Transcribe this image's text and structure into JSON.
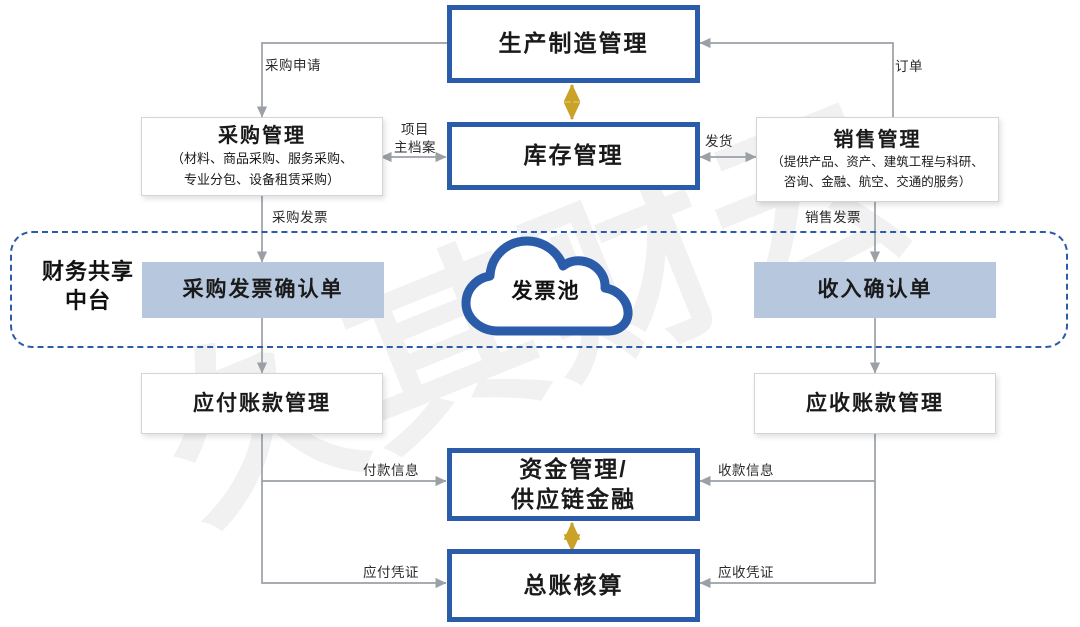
{
  "diagram": {
    "watermark": "久其财云",
    "band": {
      "label": "财务共享\n中台",
      "label_line1": "财务共享",
      "label_line2": "中台"
    },
    "cloud": {
      "label": "发票池"
    },
    "nodes": [
      {
        "id": "production",
        "title": "生产制造管理",
        "sub1": "",
        "sub2": "",
        "style": "blue"
      },
      {
        "id": "purchasing",
        "title": "采购管理",
        "sub1": "（材料、商品采购、服务采购、",
        "sub2": "专业分包、设备租赁采购）",
        "style": "grey"
      },
      {
        "id": "inventory",
        "title": "库存管理",
        "sub1": "",
        "sub2": "",
        "style": "blue"
      },
      {
        "id": "sales",
        "title": "销售管理",
        "sub1": "（提供产品、资产、建筑工程与科研、",
        "sub2": "咨询、金融、航空、交通的服务）",
        "style": "grey"
      },
      {
        "id": "purchase-invoice-confirm",
        "title": "采购发票确认单",
        "sub1": "",
        "sub2": "",
        "style": "fill"
      },
      {
        "id": "income-confirm",
        "title": "收入确认单",
        "sub1": "",
        "sub2": "",
        "style": "fill"
      },
      {
        "id": "accounts-payable",
        "title": "应付账款管理",
        "sub1": "",
        "sub2": "",
        "style": "grey"
      },
      {
        "id": "accounts-receivable",
        "title": "应收账款管理",
        "sub1": "",
        "sub2": "",
        "style": "grey"
      },
      {
        "id": "fund-management",
        "title": "资金管理/",
        "sub1": "供应链金融",
        "sub2": "",
        "style": "blue"
      },
      {
        "id": "general-ledger",
        "title": "总账核算",
        "sub1": "",
        "sub2": "",
        "style": "blue"
      }
    ],
    "edge_labels": [
      {
        "id": "purchase-request",
        "text": "采购申请"
      },
      {
        "id": "order",
        "text": "订单"
      },
      {
        "id": "project-master-1",
        "text": "项目"
      },
      {
        "id": "project-master-2",
        "text": "主档案"
      },
      {
        "id": "shipment",
        "text": "发货"
      },
      {
        "id": "purchase-invoice",
        "text": "采购发票"
      },
      {
        "id": "sales-invoice",
        "text": "销售发票"
      },
      {
        "id": "payment-info",
        "text": "付款信息"
      },
      {
        "id": "receipt-info",
        "text": "收款信息"
      },
      {
        "id": "payable-voucher",
        "text": "应付凭证"
      },
      {
        "id": "receivable-voucher",
        "text": "应收凭证"
      }
    ],
    "colors": {
      "blue_frame": "#2a5caa",
      "fill_blue": "#b6c7de",
      "grey_line": "#9aa0a6",
      "gold_arrow": "#c9a227",
      "band_dash": "#2a5caa"
    }
  }
}
